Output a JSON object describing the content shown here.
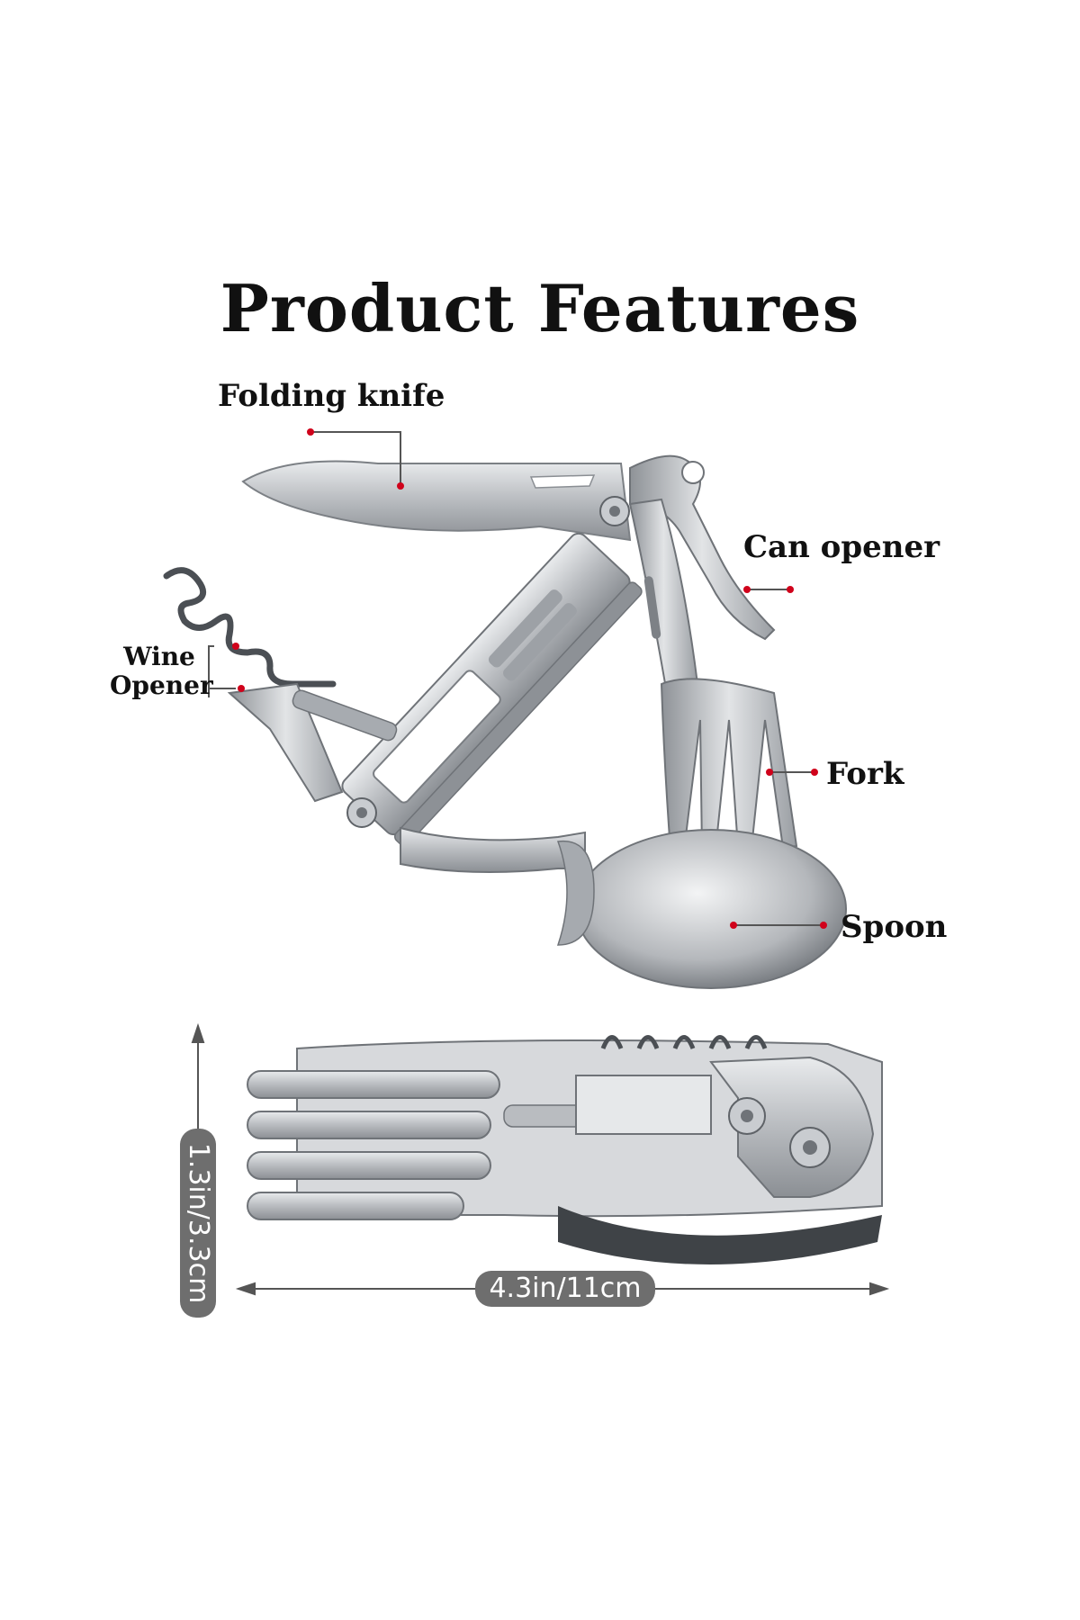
{
  "title": "Product Features",
  "labels": {
    "folding_knife": "Folding knife",
    "can_opener": "Can opener",
    "wine_opener_line1": "Wine",
    "wine_opener_line2": "Opener",
    "fork": "Fork",
    "spoon": "Spoon"
  },
  "dimensions": {
    "height": "1.3in/3.3cm",
    "width": "4.3in/11cm"
  },
  "colors": {
    "accent_dot": "#d0021b",
    "steel": "#b9bcc0",
    "pill": "#6e6e6e"
  }
}
